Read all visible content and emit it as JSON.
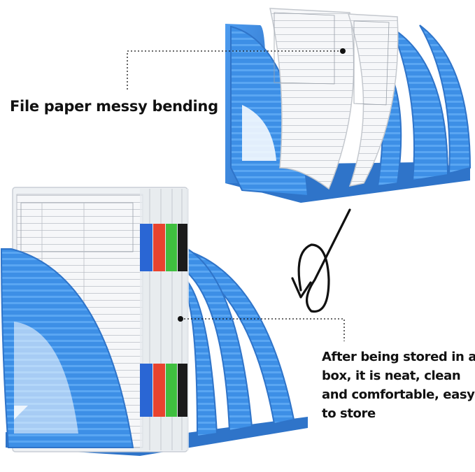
{
  "captions": {
    "top": "File paper messy bending",
    "bottom_lines": [
      "After being stored in a",
      "box, it is neat, clean",
      "and comfortable, easy",
      "to store"
    ]
  },
  "colors": {
    "organizer_blue": "#3d8fe6",
    "organizer_dark": "#2f74c9",
    "paper": "#f4f6f8",
    "tab_blue": "#2a66d4",
    "tab_red": "#e8432f",
    "tab_green": "#3fbf3f",
    "tab_black": "#1b1b1b"
  }
}
